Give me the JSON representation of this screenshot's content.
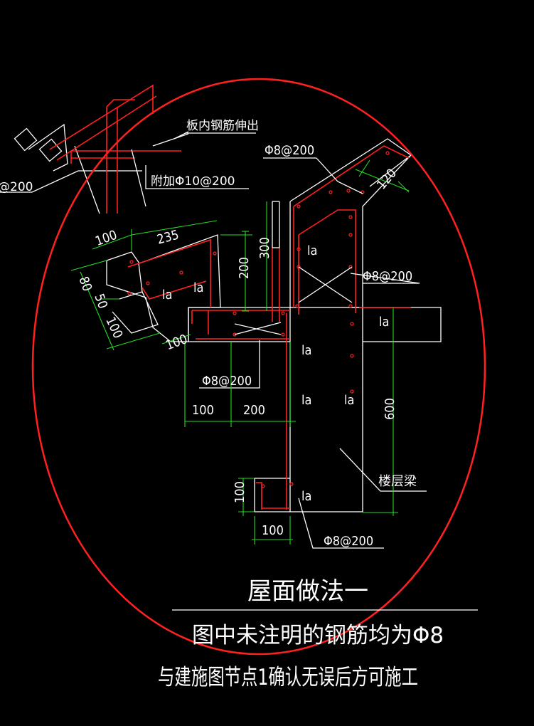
{
  "labels": {
    "bar_extend": "板内钢筋伸出",
    "additional_bar": "附加Φ10@200",
    "spacing_left": "@200",
    "top_stirrup": "Φ8@200",
    "dim_120": "120",
    "dim_100a": "100",
    "dim_235": "235",
    "dim_80": "80",
    "dim_50": "50",
    "dim_100b": "100",
    "dim_100c": "100",
    "dim_200v": "200",
    "dim_300v": "300",
    "la": "la",
    "mid_stirrup": "Φ8@200",
    "left_stirrup": "Φ8@200",
    "dim_100d": "100",
    "dim_200h": "200",
    "dim_600v": "600",
    "floor_beam": "楼层梁",
    "dim_100v": "100",
    "dim_100e": "100",
    "bottom_stirrup": "Φ8@200"
  },
  "title": {
    "main": "屋面做法一",
    "note1": "图中未注明的钢筋均为Φ8",
    "note2": "与建施图节点1确认无误后方可施工"
  },
  "colors": {
    "background": "#000000",
    "lines": "#ffffff",
    "rebar": "#ff2020",
    "dimension": "#22dd22",
    "highlight_ellipse": "#ff2020"
  }
}
